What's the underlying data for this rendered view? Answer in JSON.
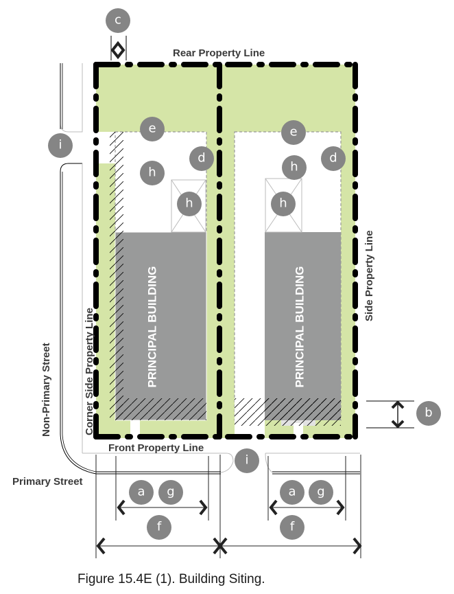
{
  "figure": {
    "caption": "Figure 15.4E (1). Building Siting.",
    "colors": {
      "setback_green": "#d5e5a7",
      "building_gray": "#999a9a",
      "bubble_gray": "#858585",
      "property_line": "#000000",
      "label_text": "#3a3a3a"
    }
  },
  "labels": {
    "rear_property_line": "Rear Property Line",
    "side_property_line": "Side Property Line",
    "corner_side_property_line": "Corner Side Property Line",
    "front_property_line": "Front Property Line",
    "non_primary_street": "Non-Primary Street",
    "primary_street": "Primary Street"
  },
  "lots": [
    {
      "name": "corner-lot",
      "building_label": "PRINCIPAL BUILDING",
      "bubbles": [
        "e",
        "d",
        "h",
        "h",
        "a",
        "g",
        "f"
      ]
    },
    {
      "name": "interior-lot",
      "building_label": "PRINCIPAL BUILDING",
      "bubbles": [
        "e",
        "d",
        "h",
        "h",
        "a",
        "g",
        "f"
      ]
    }
  ],
  "bubbles": {
    "c": "c",
    "b": "b",
    "i": "i",
    "e": "e",
    "d": "d",
    "h": "h",
    "a": "a",
    "g": "g",
    "f": "f"
  },
  "legend_keys": [
    "a",
    "b",
    "c",
    "d",
    "e",
    "f",
    "g",
    "h",
    "i"
  ]
}
